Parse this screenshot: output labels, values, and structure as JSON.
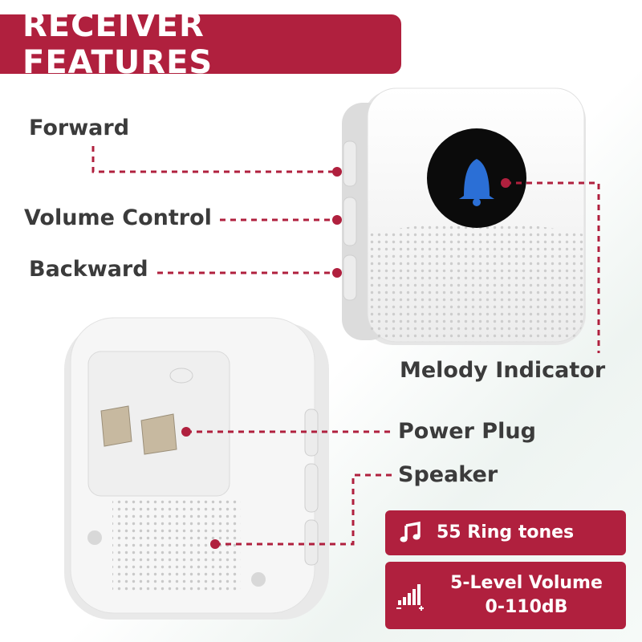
{
  "header": {
    "title": "RECEIVER FEATURES"
  },
  "labels": {
    "forward": "Forward",
    "volume_control": "Volume Control",
    "backward": "Backward",
    "melody_indicator": "Melody Indicator",
    "power_plug": "Power Plug",
    "speaker": "Speaker"
  },
  "features": {
    "ringtones": {
      "icon": "music-note-icon",
      "text": "55 Ring tones"
    },
    "volume": {
      "icon": "volume-bars-icon",
      "line1": "5-Level Volume",
      "line2": "0-110dB"
    }
  },
  "colors": {
    "accent": "#b0203e",
    "label_text": "#3b3b3b",
    "device_white": "#f4f4f4",
    "indicator_blue": "#2b6fd6"
  }
}
